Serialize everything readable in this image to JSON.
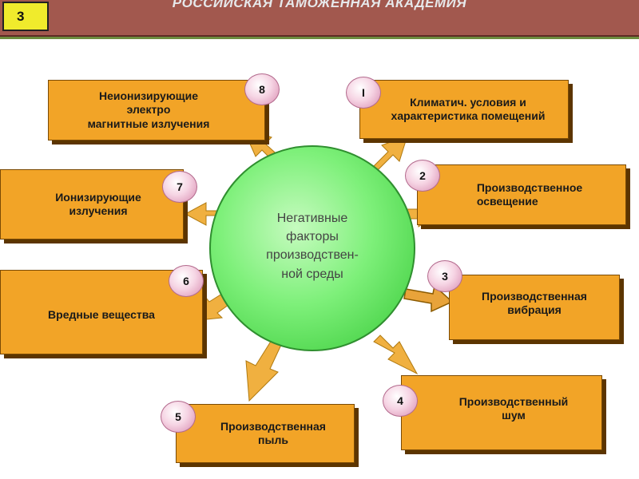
{
  "header": {
    "slide_number": "3",
    "title": "РОССИЙСКАЯ ТАМОЖЕННАЯ АКАДЕМИЯ"
  },
  "center": {
    "text": "Негативные\nфакторы\nпроизводствен-\nной среды"
  },
  "factors": [
    {
      "badge": "I",
      "label": "Климатич. условия и\nхарактеристика помещений"
    },
    {
      "badge": "2",
      "label": "Производственное\nосвещение"
    },
    {
      "badge": "3",
      "label": "Производственная\nвибрация"
    },
    {
      "badge": "4",
      "label": "Производственный\nшум"
    },
    {
      "badge": "5",
      "label": "Производственная\nпыль"
    },
    {
      "badge": "6",
      "label": "Вредные вещества"
    },
    {
      "badge": "7",
      "label": "Ионизирующие\nизлучения"
    },
    {
      "badge": "8",
      "label": "Неионизирующие\nэлектро\nмагнитные излучения"
    }
  ],
  "colors": {
    "box": "#f2a427",
    "arrow": "#f0b040",
    "circle": "#7ef07a",
    "header": "#a2584e"
  }
}
